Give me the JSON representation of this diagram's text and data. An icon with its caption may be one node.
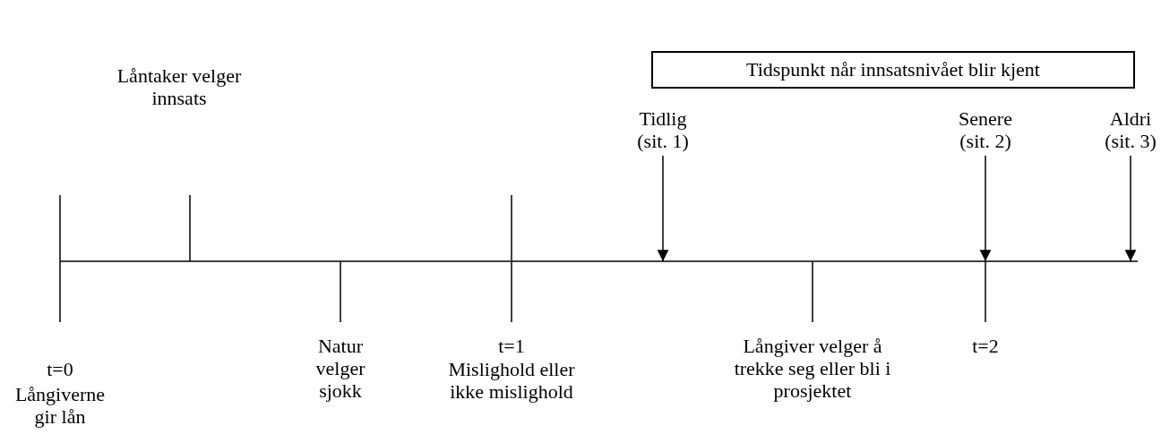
{
  "diagram": {
    "nodes": [
      {
        "text": [
          "Tidspunkt når innsatsnivået blir kjent"
        ]
      },
      {
        "text": [
          "Tidlig (sit. 1)"
        ]
      },
      {
        "text": [
          "Senere (sit. 2)"
        ]
      },
      {
        "text": [
          "Aldri (sit. 3)"
        ]
      }
    ],
    "edges": [
      {
        "from": 1,
        "to": null,
        "arrow": "to"
      },
      {
        "from": 2,
        "to": null,
        "arrow": "to"
      },
      {
        "from": 3,
        "to": null,
        "arrow": "to"
      }
    ],
    "labels": [
      "Låntaker velger innsats",
      "t=0",
      "Långiverne gir lån",
      "Natur velger sjokk",
      "t=1",
      "Mislighold eller ikke mislighold",
      "Långiver velger å trekke seg eller bli i prosjektet",
      "t=2"
    ]
  }
}
